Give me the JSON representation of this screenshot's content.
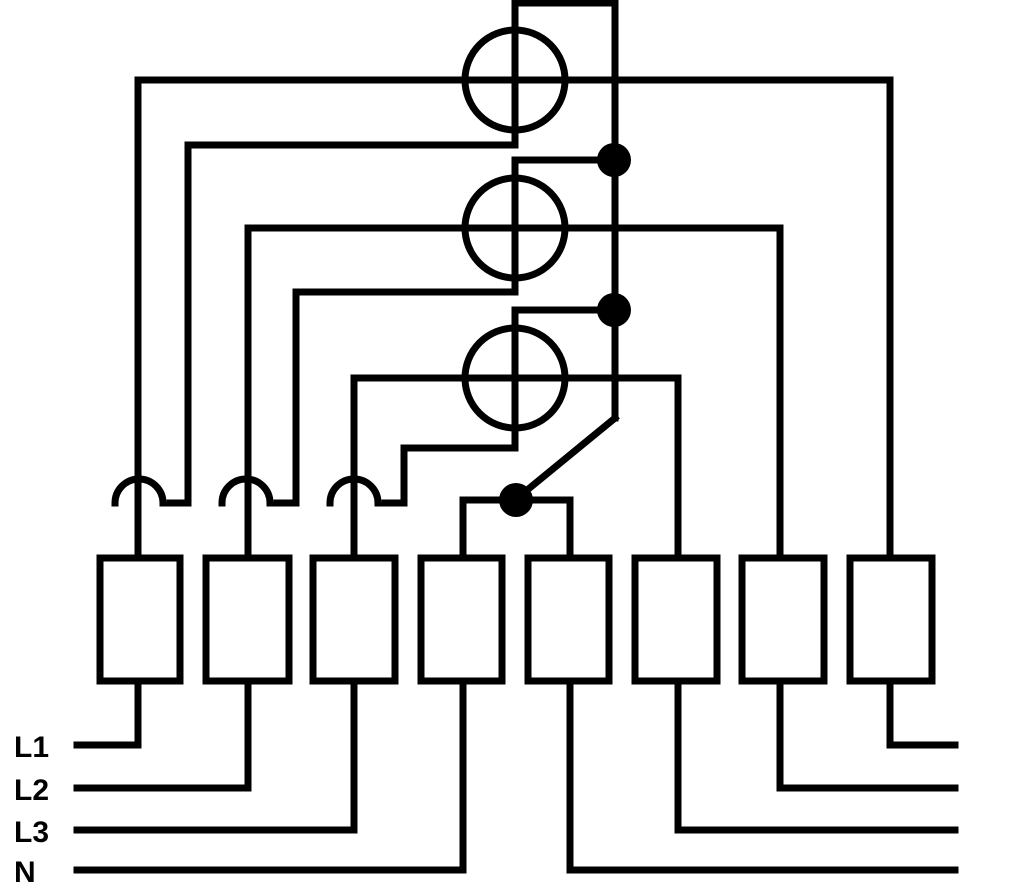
{
  "diagram": {
    "line_labels": {
      "l1": "L1",
      "l2": "L2",
      "l3": "L3",
      "n": "N"
    },
    "colors": {
      "ink": "#000000",
      "background": "#ffffff"
    },
    "components": {
      "meter_coil_count": 3,
      "terminal_count": 8,
      "current_transformer_count": 3,
      "junction_dot_count": 3
    }
  }
}
